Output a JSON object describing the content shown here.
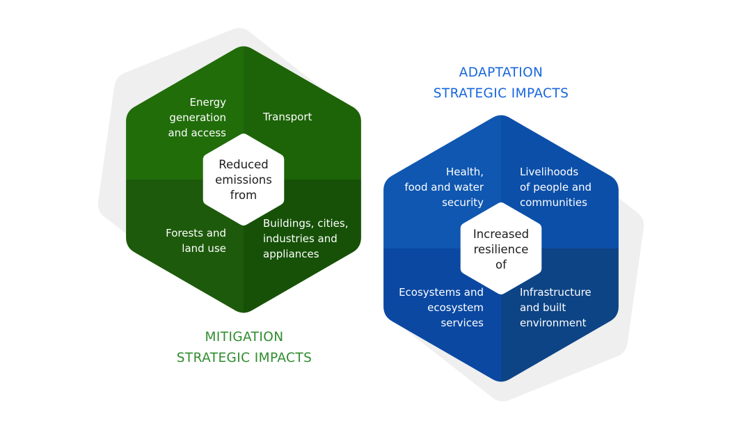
{
  "colors": {
    "shadow": "#efefef",
    "center_bg": "#ffffff",
    "mitigation_title": "#2f8c2f",
    "adaptation_title": "#1766dc"
  },
  "mitigation": {
    "title": "MITIGATION\nSTRATEGIC IMPACTS",
    "center_label": "Reduced\nemissions\nfrom",
    "quadrants": [
      {
        "name": "energy-generation-and-access",
        "label": "Energy\ngeneration\nand access",
        "color": "#216d0a"
      },
      {
        "name": "transport",
        "label": "Transport",
        "color": "#1d6307"
      },
      {
        "name": "forests-and-land-use",
        "label": "Forests and\nland use",
        "color": "#1d5a0b"
      },
      {
        "name": "buildings-cities-industries-appliances",
        "label": "Buildings, cities,\nindustries and\nappliances",
        "color": "#165107"
      }
    ]
  },
  "adaptation": {
    "title": "ADAPTATION\nSTRATEGIC IMPACTS",
    "center_label": "Increased\nresilience\nof",
    "quadrants": [
      {
        "name": "health-food-water-security",
        "label": "Health,\nfood and water\nsecurity",
        "color": "#0f57b0"
      },
      {
        "name": "livelihoods-people-communities",
        "label": "Livelihoods\nof people and\ncommunities",
        "color": "#0c4fa9"
      },
      {
        "name": "ecosystems-services",
        "label": "Ecosystems and\necosystem\nservices",
        "color": "#0a48a2"
      },
      {
        "name": "infrastructure-built-environment",
        "label": "Infrastructure\nand built\nenvironment",
        "color": "#0d4485"
      }
    ]
  }
}
